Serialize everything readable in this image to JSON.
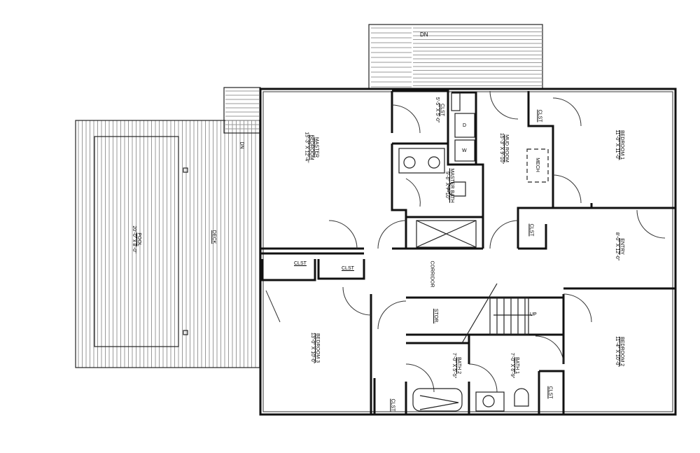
{
  "rooms": [
    {
      "id": "master-bedroom",
      "name": "MASTER BEDROOM",
      "dim": "15'-3\" X 12'-4\""
    },
    {
      "id": "master-closet",
      "name": "CLST",
      "dim": "5'-5\" X 5'-0\""
    },
    {
      "id": "master-bath",
      "name": "MASTER BATH",
      "dim": "9'-6\" X 7'-10\""
    },
    {
      "id": "mud-room",
      "name": "MUD ROOM",
      "dim": "15'-3\" X 9'-10\""
    },
    {
      "id": "bedroom-1",
      "name": "BEDROOM 1",
      "dim": "11'-0\" X 11'-0\""
    },
    {
      "id": "entry",
      "name": "ENTRY",
      "dim": "8'-0\" X 12'-0\""
    },
    {
      "id": "bedroom-2",
      "name": "BEDROOM 2",
      "dim": "11'-4\" X 10'-0\""
    },
    {
      "id": "bedroom-3",
      "name": "BEDROOM 3",
      "dim": "13'-0\" X 10'-0\""
    },
    {
      "id": "bath-2",
      "name": "BATH 2",
      "dim": "7'-0\" X 5'-5\""
    },
    {
      "id": "bath-1",
      "name": "BATH 1",
      "dim": "7'-0\" X 6'-9\""
    },
    {
      "id": "pool",
      "name": "POOL",
      "dim": "20'-0\" x 8'-0\""
    }
  ],
  "labels": {
    "corridor": "CORRIDOR",
    "stor": "STOR.",
    "deck": "DECK",
    "mech": "MECH",
    "clst": "CLST",
    "dn": "DN",
    "up": "UP",
    "dryer": "D",
    "washer": "W"
  }
}
